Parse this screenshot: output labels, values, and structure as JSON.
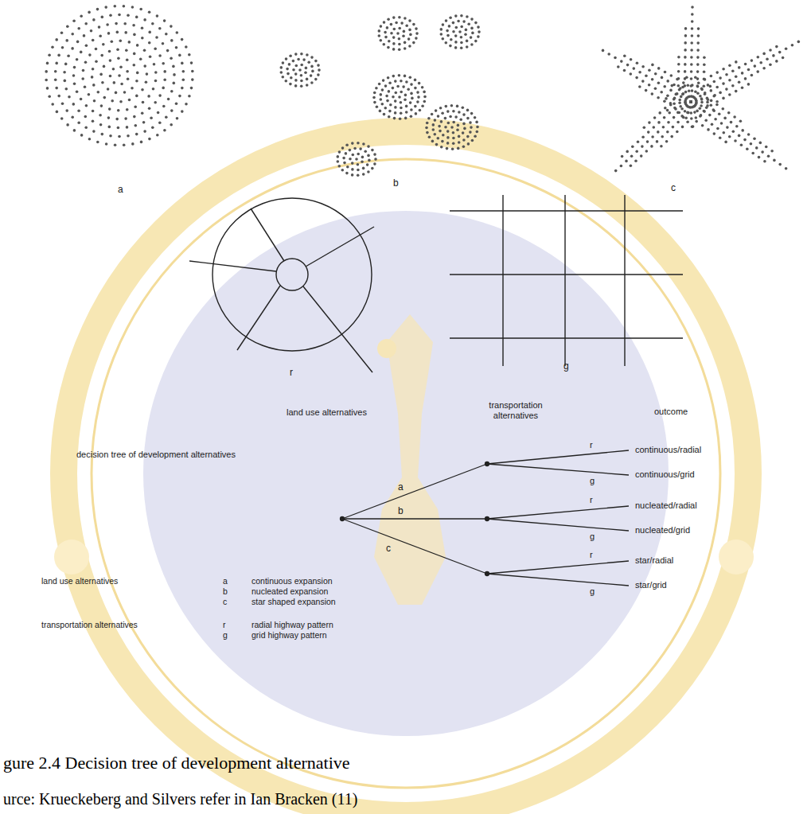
{
  "diagram": {
    "caption": "gure 2.4 Decision tree of development alternative",
    "labels": [
      "a",
      "b",
      "c",
      "r",
      "g",
      "land use alternatives",
      "transportation alternatives",
      "outcome",
      "decision tree of development alternatives",
      "a",
      "b",
      "c",
      "r",
      "g",
      "r",
      "g",
      "r",
      "g",
      "continuous/radial",
      "continuous/grid",
      "nucleated/radial",
      "nucleated/grid",
      "star/radial",
      "star/grid",
      "land use alternatives",
      "a",
      "continuous expansion",
      "b",
      "nucleated expansion",
      "c",
      "star shaped expansion",
      "transportation alternatives",
      "r",
      "radial highway pattern",
      "g",
      "grid highway pattern",
      "urce: Krueckeberg and Silvers refer in Ian Bracken (11)"
    ]
  }
}
